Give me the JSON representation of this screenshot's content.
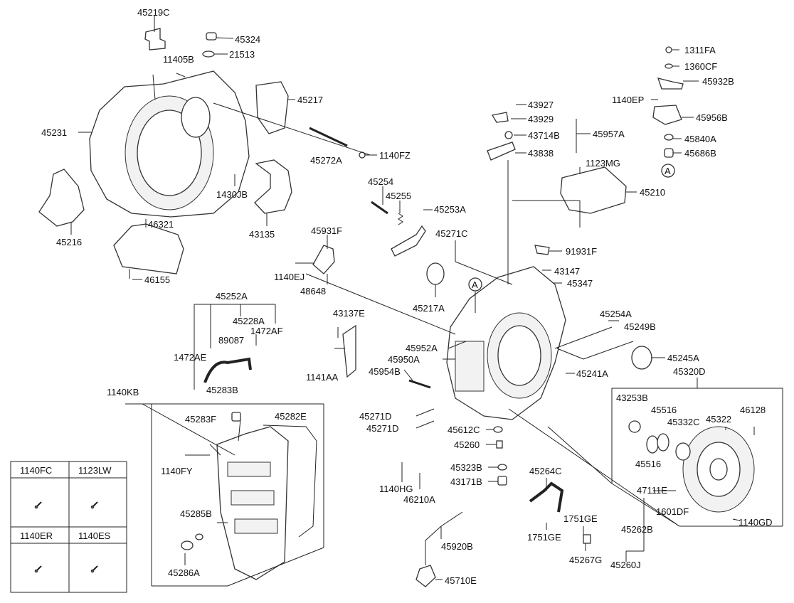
{
  "callouts": {
    "c45219C": "45219C",
    "c45324": "45324",
    "c21513": "21513",
    "c11405B": "11405B",
    "c45231": "45231",
    "c45217": "45217",
    "c45272A": "45272A",
    "c1140FZ": "1140FZ",
    "c1430JB": "1430JB",
    "c43135": "43135",
    "c45216": "45216",
    "c46321": "46321",
    "c46155": "46155",
    "c45254": "45254",
    "c45255": "45255",
    "c45253A": "45253A",
    "c45271C": "45271C",
    "c45931F": "45931F",
    "c1140EJ": "1140EJ",
    "c48648": "48648",
    "c43927": "43927",
    "c43929": "43929",
    "c43714B": "43714B",
    "c45957A": "45957A",
    "c43838": "43838",
    "c1123MG": "1123MG",
    "c1311FA": "1311FA",
    "c1360CF": "1360CF",
    "c45932B": "45932B",
    "c1140EP": "1140EP",
    "c45956B": "45956B",
    "c45840A": "45840A",
    "c45686B": "45686B",
    "cA1": "A",
    "c45210": "45210",
    "c91931F": "91931F",
    "c43147": "43147",
    "c45347": "45347",
    "c45217A": "45217A",
    "cA2": "A",
    "c45252A": "45252A",
    "c45228A": "45228A",
    "c89087": "89087",
    "c1472AF": "1472AF",
    "c1472AE": "1472AE",
    "c43137E": "43137E",
    "c1141AA": "1141AA",
    "c45952A": "45952A",
    "c45950A": "45950A",
    "c45954B": "45954B",
    "c45254A": "45254A",
    "c45249B": "45249B",
    "c45245A": "45245A",
    "c45241A": "45241A",
    "c45320D": "45320D",
    "c1140KB": "1140KB",
    "c45283B": "45283B",
    "c45283F": "45283F",
    "c45282E": "45282E",
    "c1140FY": "1140FY",
    "c45285B": "45285B",
    "c45286A": "45286A",
    "c45271D_1": "45271D",
    "c45271D_2": "45271D",
    "c45612C": "45612C",
    "c45260": "45260",
    "c45323B": "45323B",
    "c43171B": "43171B",
    "c1140HG": "1140HG",
    "c46210A": "46210A",
    "c45264C": "45264C",
    "c1751GE_1": "1751GE",
    "c1751GE_2": "1751GE",
    "c45267G": "45267G",
    "c45920B": "45920B",
    "c45710E": "45710E",
    "c43253B": "43253B",
    "c45516_1": "45516",
    "c45332C": "45332C",
    "c45322": "45322",
    "c46128": "46128",
    "c45516_2": "45516",
    "c47111E": "47111E",
    "c1601DF": "1601DF",
    "c45262B": "45262B",
    "c1140GD": "1140GD",
    "c45260J": "45260J"
  },
  "fastener_table": {
    "cells": [
      "1140FC",
      "1123LW",
      "1140ER",
      "1140ES"
    ]
  }
}
